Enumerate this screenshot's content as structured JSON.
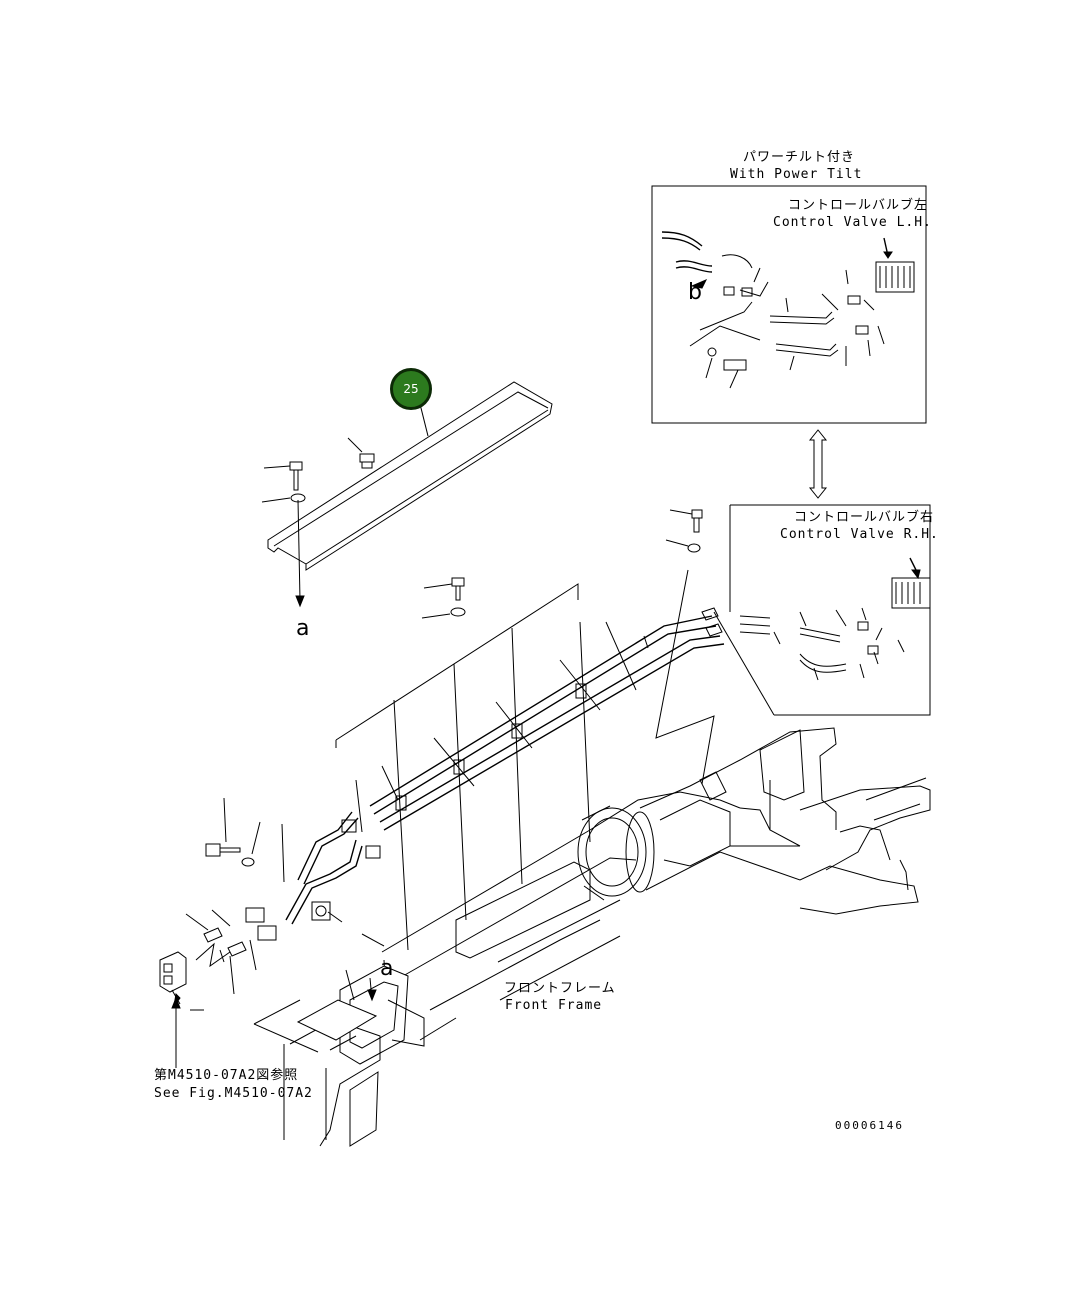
{
  "inset_top": {
    "title_jp": "パワーチルト付き",
    "title_en": "With Power Tilt",
    "valve_jp": "コントロールバルブ左",
    "valve_en": "Control Valve L.H.",
    "marker": "b"
  },
  "inset_bottom": {
    "valve_jp": "コントロールバルブ右",
    "valve_en": "Control Valve R.H."
  },
  "callout": {
    "number": "25",
    "color": "#2c7a1e"
  },
  "markers": {
    "a_upper": "a",
    "a_lower": "a"
  },
  "frame_label": {
    "jp": "フロントフレーム",
    "en": "Front Frame"
  },
  "reference": {
    "jp": "第M4510-07A2図参照",
    "en": "See Fig.M4510-07A2"
  },
  "drawing_number": "00006146"
}
